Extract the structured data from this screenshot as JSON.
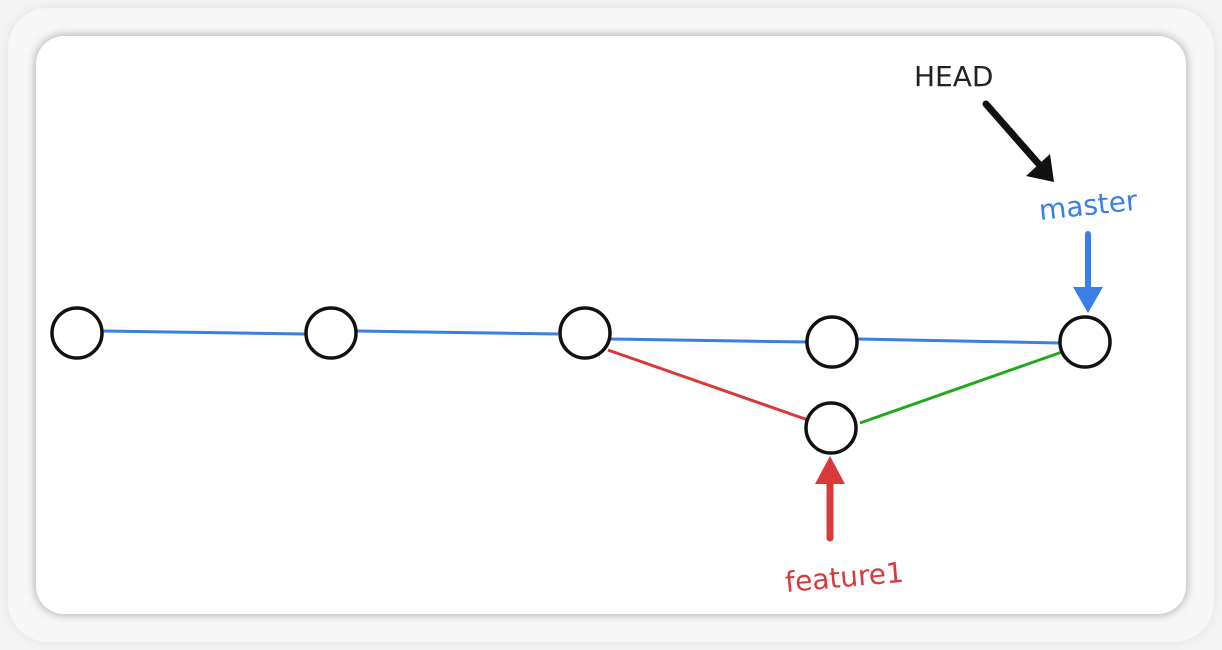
{
  "labels": {
    "head": "HEAD",
    "master": "master",
    "feature": "feature1"
  },
  "colors": {
    "master_branch": "#3a7ee6",
    "feature_branch": "#d63a3a",
    "merge_edge": "#22a81f",
    "head_arrow": "#111111",
    "node_stroke": "#111111"
  }
}
